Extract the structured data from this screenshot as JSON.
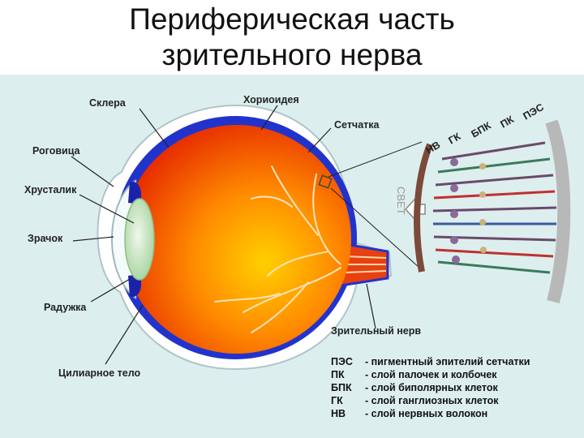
{
  "title": {
    "line1": "Периферическая часть",
    "line2": "зрительного нерва"
  },
  "labels": {
    "sclera": "Склера",
    "choroid": "Хориоидея",
    "retina": "Сетчатка",
    "cornea": "Роговица",
    "lens": "Хрусталик",
    "pupil": "Зрачок",
    "iris": "Радужка",
    "ciliary": "Цилиарное тело",
    "optic_nerve": "Зрительный нерв",
    "light": "СВЕТ"
  },
  "layer_tags": [
    "НВ",
    "ГК",
    "БПК",
    "ПК",
    "ПЭС"
  ],
  "legend": [
    {
      "abbr": "ПЭС",
      "text": "- пигментный эпителий сетчатки"
    },
    {
      "abbr": "ПК",
      "text": "- слой палочек и колбочек"
    },
    {
      "abbr": "БПК",
      "text": "- слой биполярных клеток"
    },
    {
      "abbr": "ГК",
      "text": "- слой ганглиозных клеток"
    },
    {
      "abbr": "НВ",
      "text": "- слой нервных волокон"
    }
  ],
  "colors": {
    "panel": "#ddeeee",
    "eye_center": "#ffcc00",
    "eye_edge": "#e02000",
    "choroid": "#2233cc",
    "lens": "#c8e6c0",
    "vessels": "#ffe0b0"
  }
}
